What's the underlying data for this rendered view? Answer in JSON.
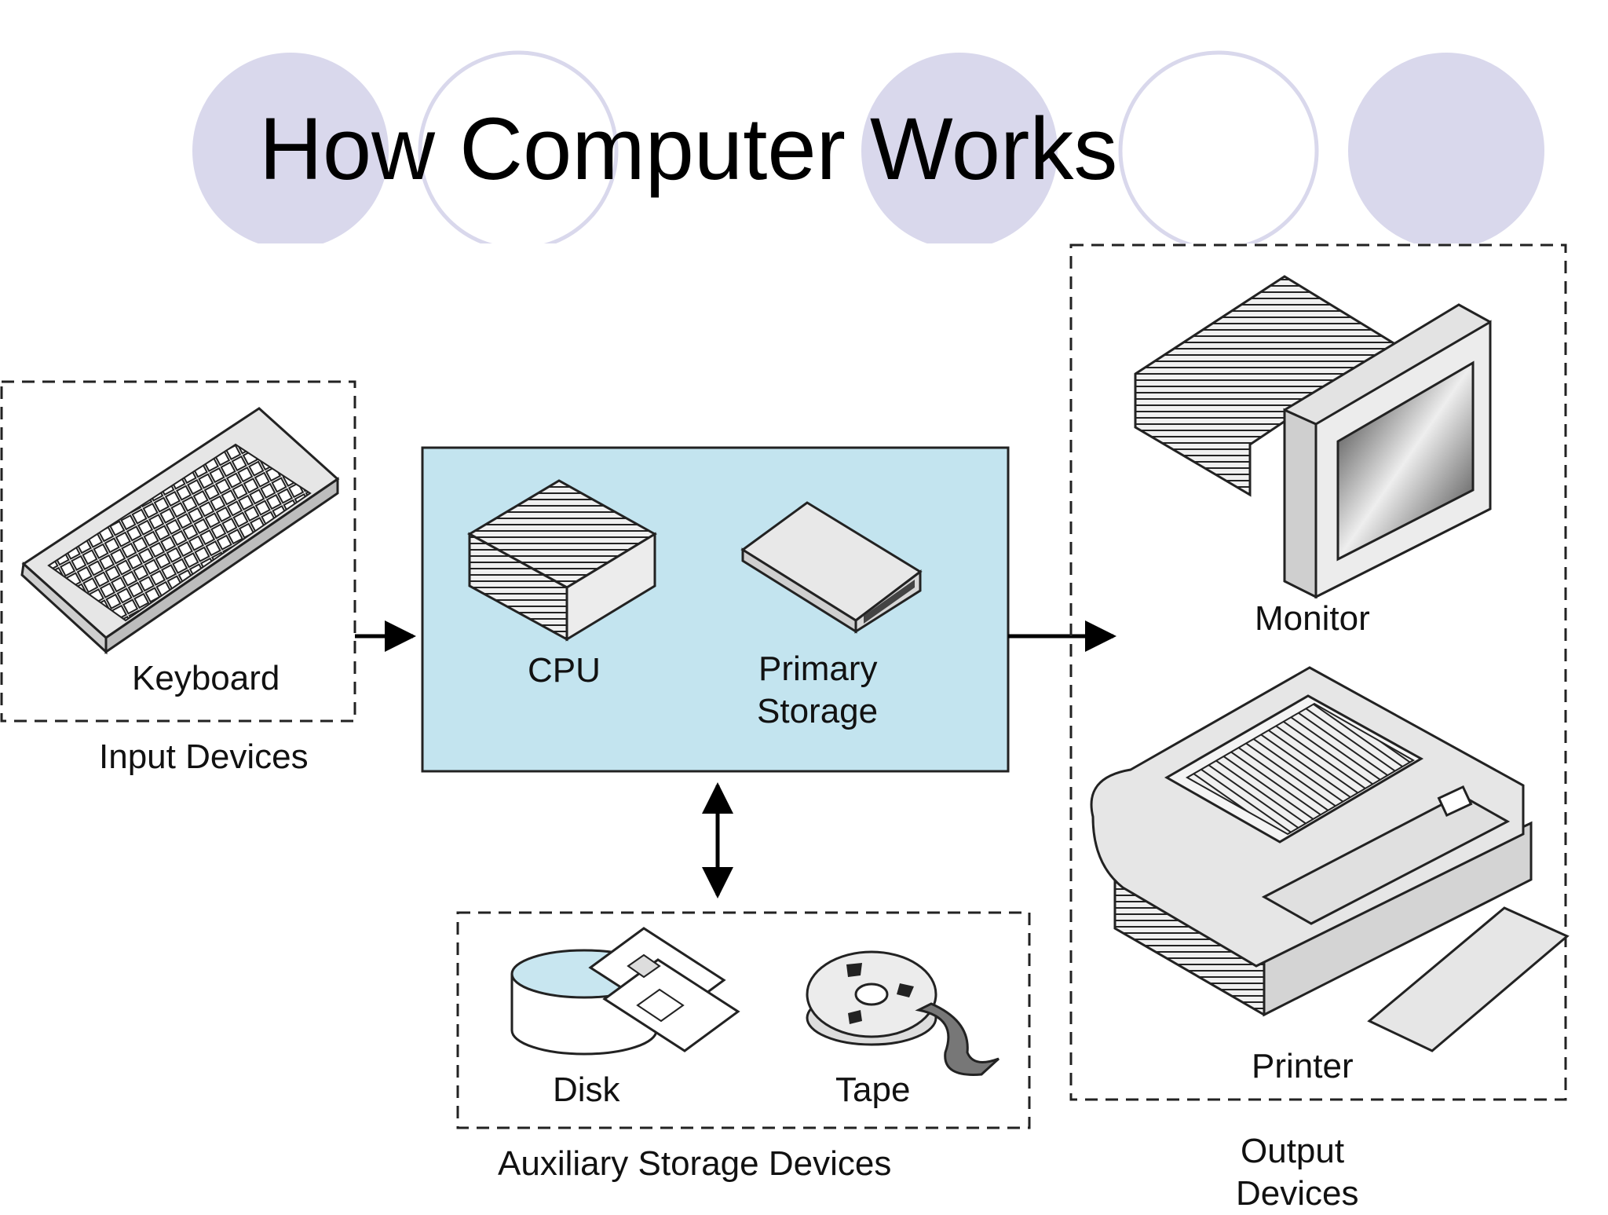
{
  "title": "How Computer Works",
  "groups": {
    "input": {
      "caption": "Input Devices",
      "items": {
        "keyboard": "Keyboard"
      }
    },
    "processing": {
      "items": {
        "cpu": "CPU",
        "primary_storage_line1": "Primary",
        "primary_storage_line2": "Storage"
      }
    },
    "auxiliary": {
      "caption": "Auxiliary Storage Devices",
      "items": {
        "disk": "Disk",
        "tape": "Tape"
      }
    },
    "output": {
      "caption_line1": "Output",
      "caption_line2": "Devices",
      "items": {
        "monitor": "Monitor",
        "printer": "Printer"
      }
    }
  },
  "colors": {
    "circle_fill": "#d9d8ec",
    "circle_stroke": "#d9d8ec",
    "processing_box": "#c3e4ef",
    "disk_top": "#c8e6f0"
  }
}
